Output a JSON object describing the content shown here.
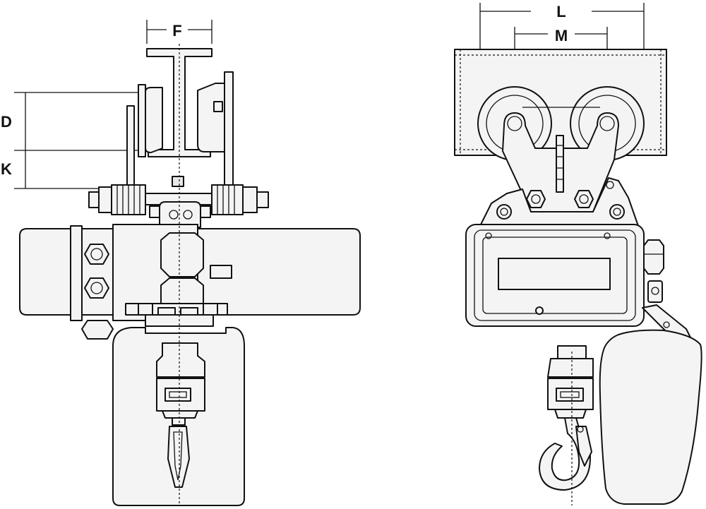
{
  "dimensions": {
    "F": "F",
    "D": "D",
    "K": "K",
    "L": "L",
    "M": "M"
  }
}
